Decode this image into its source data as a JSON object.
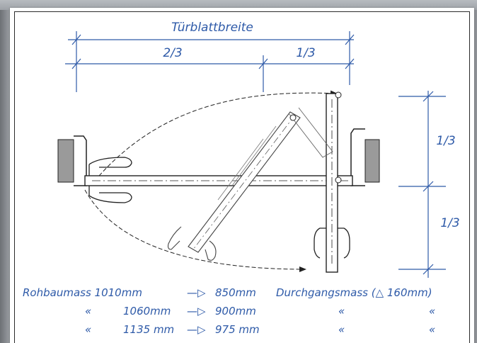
{
  "labels": {
    "door_leaf_width": "Türblattbreite",
    "two_thirds": "2/3",
    "one_third_top": "1/3",
    "one_third_right_upper": "1/3",
    "one_third_right_lower": "1/3"
  },
  "notes": {
    "row1": {
      "left": "Rohbaumass 1010mm",
      "arrow": "—▷",
      "mid": "850mm",
      "right": "Durchgangsmass (△ 160mm)"
    },
    "row2": {
      "ditto1": "«",
      "left": "1060mm",
      "arrow": "—▷",
      "mid": "900mm",
      "ditto2": "«",
      "ditto3": "«"
    },
    "row3": {
      "ditto1": "«",
      "left": "1135 mm",
      "arrow": "—▷",
      "mid": "975 mm",
      "ditto2": "«",
      "ditto3": "«"
    }
  },
  "colors": {
    "annotation_blue": "#2e5aa8",
    "ink": "#222222",
    "wall_fill": "#9a9a9a"
  }
}
